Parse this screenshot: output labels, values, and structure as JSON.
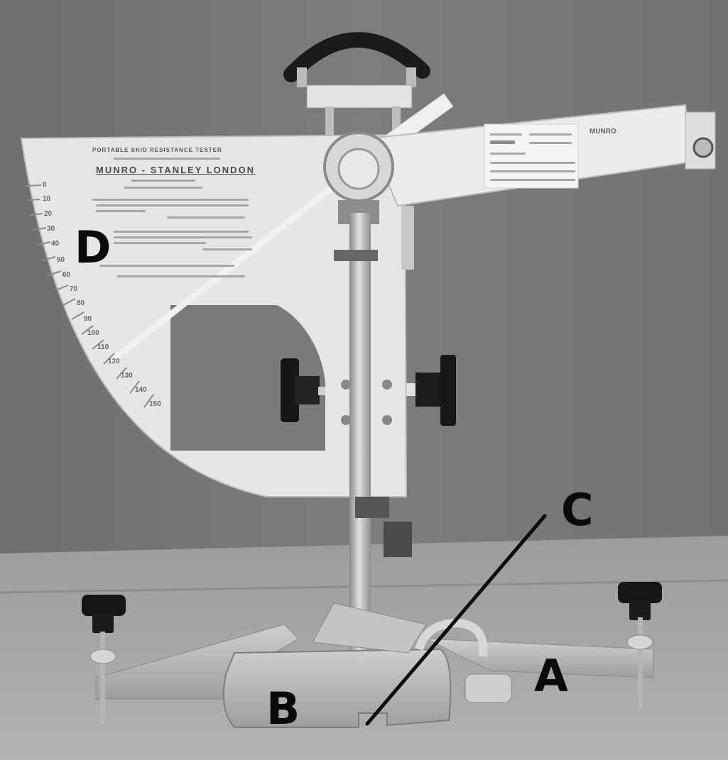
{
  "figure": {
    "subject": "Portable skid resistance tester (pendulum tester)",
    "colors": {
      "background_wall": "#7a7a7a",
      "floor": "#a9a9a9",
      "plate": "#e6e6e6",
      "label_text": "#0a0a0a",
      "knob": "#1a1a1a"
    }
  },
  "labels": {
    "A": "A",
    "B": "B",
    "C": "C",
    "D": "D"
  },
  "plate": {
    "title": "PORTABLE SKID RESISTANCE TESTER",
    "maker": "MUNRO - STANLEY LONDON",
    "scale_values": [
      "0",
      "10",
      "20",
      "30",
      "40",
      "50",
      "60",
      "70",
      "80",
      "90",
      "100",
      "110",
      "120",
      "130",
      "140",
      "150"
    ]
  },
  "arm_label": {
    "brand": "MUNRO"
  }
}
